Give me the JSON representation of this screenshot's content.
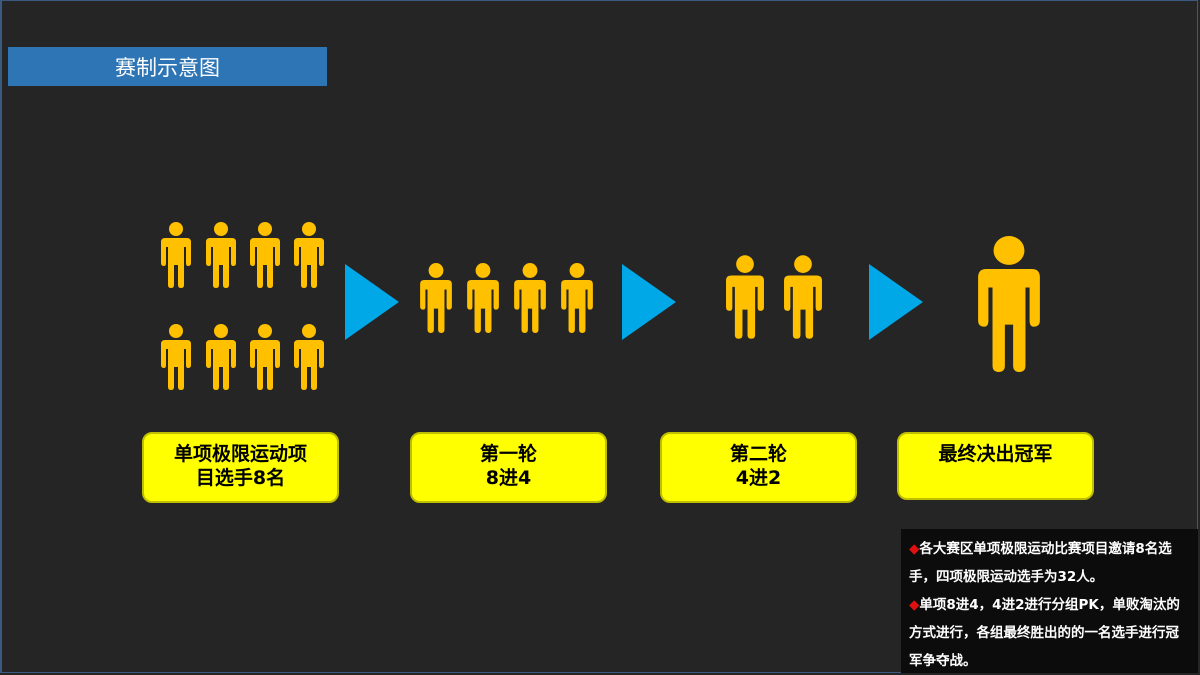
{
  "title": "赛制示意图",
  "colors": {
    "background": "#252525",
    "title_bar": "#2e75b6",
    "person": "#ffc000",
    "arrow": "#00a8e8",
    "label_box": "#ffff00",
    "bullet": "#e01010"
  },
  "stages": [
    {
      "people": 8,
      "label_line1": "单项极限运动项",
      "label_line2": "目选手8名"
    },
    {
      "people": 4,
      "label_line1": "第一轮",
      "label_line2": "8进4"
    },
    {
      "people": 2,
      "label_line1": "第二轮",
      "label_line2": "4进2"
    },
    {
      "people": 1,
      "label_line1": "最终决出冠军",
      "label_line2": ""
    }
  ],
  "icons": {
    "person": "person-icon",
    "arrow": "play-arrow-icon",
    "bullet": "diamond-icon"
  },
  "note": {
    "bullet": "◆",
    "item1": "各大赛区单项极限运动比赛项目邀请8名选手，四项极限运动选手为32人。",
    "item2": "单项8进4，4进2进行分组PK，单败淘汰的方式进行，各组最终胜出的的一名选手进行冠军争夺战。"
  }
}
